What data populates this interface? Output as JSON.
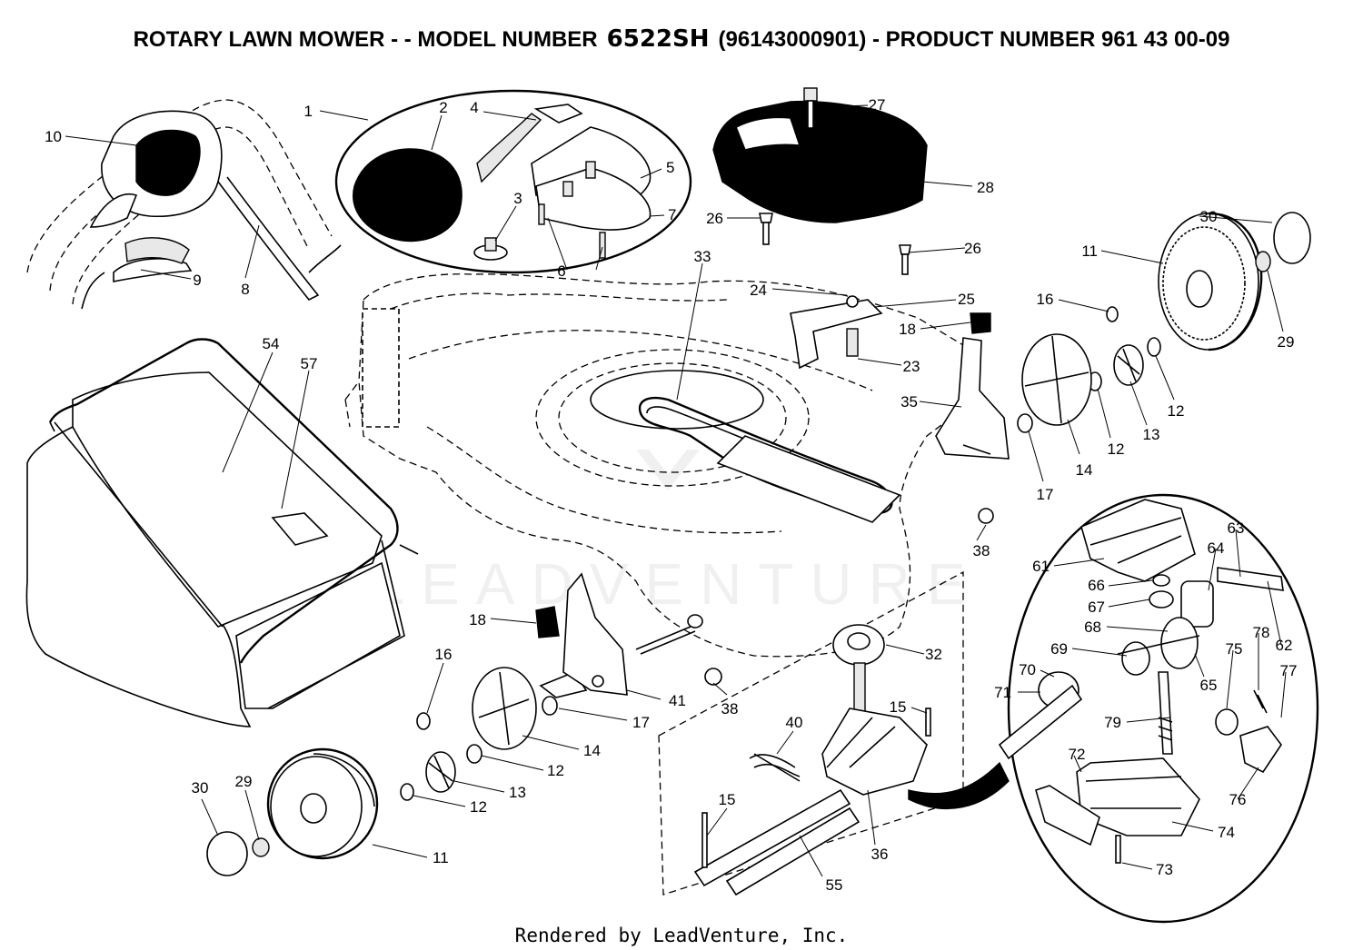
{
  "title": {
    "prefix": "ROTARY LAWN MOWER - - MODEL NUMBER",
    "model": "6522SH",
    "suffix": "(96143000901) - PRODUCT NUMBER 961 43 00-09"
  },
  "watermark": "LEADVENTURE",
  "footer": "Rendered by LeadVenture, Inc.",
  "callouts": [
    {
      "id": "c1",
      "label": "1"
    },
    {
      "id": "c2",
      "label": "2"
    },
    {
      "id": "c3",
      "label": "3"
    },
    {
      "id": "c4",
      "label": "4"
    },
    {
      "id": "c5",
      "label": "5"
    },
    {
      "id": "c6",
      "label": "6"
    },
    {
      "id": "c7",
      "label": "7"
    },
    {
      "id": "c8",
      "label": "8"
    },
    {
      "id": "c9",
      "label": "9"
    },
    {
      "id": "c10",
      "label": "10"
    },
    {
      "id": "c11a",
      "label": "11"
    },
    {
      "id": "c11b",
      "label": "11"
    },
    {
      "id": "c12a",
      "label": "12"
    },
    {
      "id": "c12b",
      "label": "12"
    },
    {
      "id": "c12c",
      "label": "12"
    },
    {
      "id": "c12d",
      "label": "12"
    },
    {
      "id": "c13a",
      "label": "13"
    },
    {
      "id": "c13b",
      "label": "13"
    },
    {
      "id": "c14a",
      "label": "14"
    },
    {
      "id": "c14b",
      "label": "14"
    },
    {
      "id": "c15a",
      "label": "15"
    },
    {
      "id": "c15b",
      "label": "15"
    },
    {
      "id": "c16a",
      "label": "16"
    },
    {
      "id": "c16b",
      "label": "16"
    },
    {
      "id": "c17a",
      "label": "17"
    },
    {
      "id": "c17b",
      "label": "17"
    },
    {
      "id": "c18a",
      "label": "18"
    },
    {
      "id": "c18b",
      "label": "18"
    },
    {
      "id": "c23",
      "label": "23"
    },
    {
      "id": "c24",
      "label": "24"
    },
    {
      "id": "c25",
      "label": "25"
    },
    {
      "id": "c26a",
      "label": "26"
    },
    {
      "id": "c26b",
      "label": "26"
    },
    {
      "id": "c27",
      "label": "27"
    },
    {
      "id": "c28",
      "label": "28"
    },
    {
      "id": "c29a",
      "label": "29"
    },
    {
      "id": "c29b",
      "label": "29"
    },
    {
      "id": "c30a",
      "label": "30"
    },
    {
      "id": "c30b",
      "label": "30"
    },
    {
      "id": "c32",
      "label": "32"
    },
    {
      "id": "c33",
      "label": "33"
    },
    {
      "id": "c35",
      "label": "35"
    },
    {
      "id": "c36",
      "label": "36"
    },
    {
      "id": "c38a",
      "label": "38"
    },
    {
      "id": "c38b",
      "label": "38"
    },
    {
      "id": "c40",
      "label": "40"
    },
    {
      "id": "c41",
      "label": "41"
    },
    {
      "id": "c54",
      "label": "54"
    },
    {
      "id": "c55",
      "label": "55"
    },
    {
      "id": "c57",
      "label": "57"
    },
    {
      "id": "c61",
      "label": "61"
    },
    {
      "id": "c62",
      "label": "62"
    },
    {
      "id": "c63",
      "label": "63"
    },
    {
      "id": "c64",
      "label": "64"
    },
    {
      "id": "c65",
      "label": "65"
    },
    {
      "id": "c66",
      "label": "66"
    },
    {
      "id": "c67",
      "label": "67"
    },
    {
      "id": "c68",
      "label": "68"
    },
    {
      "id": "c69",
      "label": "69"
    },
    {
      "id": "c70",
      "label": "70"
    },
    {
      "id": "c71",
      "label": "71"
    },
    {
      "id": "c72",
      "label": "72"
    },
    {
      "id": "c73",
      "label": "73"
    },
    {
      "id": "c74",
      "label": "74"
    },
    {
      "id": "c75",
      "label": "75"
    },
    {
      "id": "c76",
      "label": "76"
    },
    {
      "id": "c77",
      "label": "77"
    },
    {
      "id": "c78",
      "label": "78"
    },
    {
      "id": "c79",
      "label": "79"
    }
  ]
}
